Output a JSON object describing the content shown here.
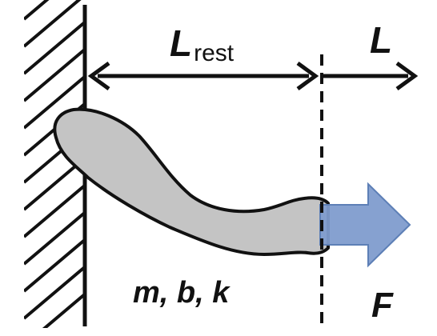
{
  "diagram": {
    "length_rest": {
      "main": "L",
      "sub": "rest"
    },
    "length": "L",
    "parameters": "m, b, k",
    "force": "F"
  },
  "colors": {
    "ink": "#111111",
    "limb_fill": "#c4c4c4",
    "force_arrow": "#7f9ccd"
  },
  "icons": {
    "wall": "hatched-wall",
    "limb": "muscle-shape",
    "force": "block-arrow-right"
  }
}
